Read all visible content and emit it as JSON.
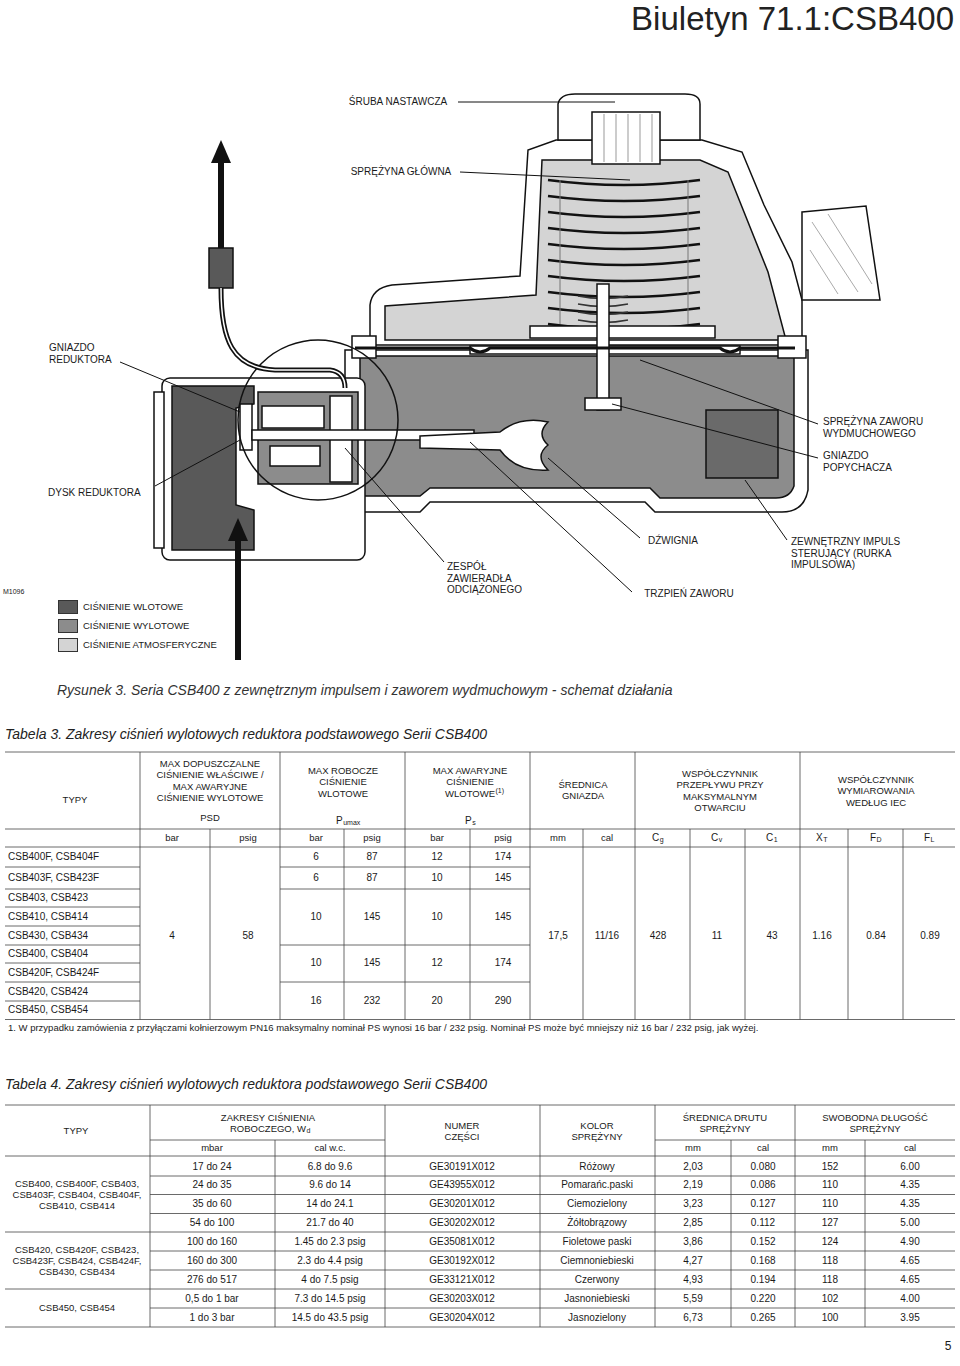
{
  "diagram": {
    "title": "Biuletyn 71.1:CSB400",
    "caption": "Rysunek 3. Seria CSB400 z zewnętrznym impulsem i zaworem wydmuchowym - schemat działania",
    "labels": [
      "ŚRUBA NASTAWCZA",
      "SPRĘŻYNA GŁÓWNA",
      "GNIAZDO REDUKTORA",
      "DYSK REDUKTORA",
      "SPRĘŻYNA ZAWORU WYDMUCHOWEGO",
      "GNIAZDO POPYCHACZA",
      "ZESPÓŁ ZAWIERADŁA ODCIĄŻONEGO",
      "DŹWIGNIA",
      "TRZPIEŃ ZAWORU",
      "ZEWNĘTRZNY IMPULS STERUJĄCY (RURKA IMPULSOWA)",
      "M1096",
      "Tabela 3. Zakresy ciśnień wylotowych reduktora podstawowego Serii CSB400",
      "TYPY",
      "MAX DOPUSZCZALNE CIŚNIENIE WŁAŚCIWE / MAX AWARYJNE CIŚNIENIE WYLOTOWE",
      "PSD",
      "MAX ROBOCZE CIŚNIENIE WLOTOWE",
      "P",
      "umax",
      "MAX AWARYJNE CIŚNIENIE WLOTOWE",
      "(1)",
      "P",
      "s",
      "ŚREDNICA GNIAZDA",
      "WSPÓŁCZYNNIK PRZEPŁYWU PRZY MAKSYMALNYM OTWARCIU",
      "WSPÓŁCZYNNIK WYMIAROWANIA WEDŁUG IEC",
      "bar",
      "psig",
      "bar",
      "psig",
      "bar",
      "psig",
      "mm",
      "cal",
      "C",
      "g",
      "C",
      "v",
      "C",
      "1",
      "X",
      "T",
      "F",
      "D",
      "F",
      "L",
      "CSB400F, CSB404F",
      "6",
      "87",
      "12",
      "174",
      "CSB403F, CSB423F",
      "6",
      "87",
      "10",
      "145",
      "CSB403, CSB423",
      "CSB410, CSB414",
      "10",
      "145",
      "10",
      "145",
      "CSB430, CSB434",
      "4",
      "58",
      "17,5",
      "11/16",
      "428",
      "11",
      "43",
      "1.16",
      "0.84",
      "0.89",
      "CSB400, CSB404",
      "10",
      "145",
      "12",
      "174",
      "CSB420F, CSB424F",
      "CSB420, CSB424",
      "16",
      "232",
      "20",
      "290",
      "CSB450, CSB454",
      "1. W przypadku zamówienia z przyłączami kołnierzowym PN16 maksymalny nominał PS wynosi 16 bar / 232 psig. Nominał PS może być mniejszy niż 16 bar / 232 psig, jak wyżej.",
      "Tabela 4. Zakresy ciśnień wylotowych reduktora podstawowego Serii CSB400",
      "TYPY",
      "ZAKRESY CIŚNIENIA ROBOCZEGO, W",
      "d",
      "mbar",
      "cal w.c.",
      "NUMER CZĘŚCI",
      "KOLOR SPRĘŻYNY",
      "ŚREDNICA DRUTU SPRĘŻYNY",
      "mm",
      "cal",
      "SWOBODNA DŁUGOŚĆ SPRĘŻYNY",
      "mm",
      "cal",
      "CSB400, CSB400F, CSB403, CSB403F, CSB404, CSB404F, CSB410, CSB414",
      "17 do 24",
      "6.8 do 9.6",
      "GE30191X012",
      "Różowy",
      "2,03",
      "0.080",
      "152",
      "6.00",
      "24 do 35",
      "9.6 do 14",
      "GE43955X012",
      "Pomarańc.paski",
      "2,19",
      "0.086",
      "110",
      "4.35",
      "35 do 60",
      "14 do 24.1",
      "GE30201X012",
      "Ciemozielony",
      "3,23",
      "0.127",
      "110",
      "4.35",
      "54 do 100",
      "21.7 do 40",
      "GE30202X012",
      "Żółtobrązowy",
      "2,85",
      "0.112",
      "127",
      "5.00",
      "CSB420, CSB420F, CSB423, CSB423F, CSB424, CSB424F, CSB430, CSB434",
      "100 do 160",
      "1.45 do 2.3 psig",
      "GE35081X012",
      "Fioletowe paski",
      "3,86",
      "0.152",
      "124",
      "4.90",
      "160 do 300",
      "2.3 do 4.4 psig",
      "GE30192X012",
      "Ciemnoniebieski",
      "4,27",
      "0.168",
      "118",
      "4.65",
      "276 do 517",
      "4 do 7.5 psig",
      "GE33121X012",
      "Czerwony",
      "4,93",
      "0.194",
      "118",
      "4.65",
      "CSB450, CSB454",
      "0,5 do 1 bar",
      "7.3 do 14.5 psig",
      "GE30203X012",
      "Jasnoniebieski",
      "5,59",
      "0.220",
      "102",
      "4.00",
      "1 do 3 bar",
      "14.5 do 43.5 psig",
      "GE30204X012",
      "Jasnozielony",
      "6,73",
      "0.265",
      "100",
      "3.95",
      "5"
    ],
    "legend": [
      {
        "text": "CIŚNIENIE WLOTOWE",
        "color": "#595959"
      },
      {
        "text": "CIŚNIENIE WYLOTOWE",
        "color": "#8c8c8c"
      },
      {
        "text": "CIŚNIENIE ATMOSFERYCZNE",
        "color": "#d4d4d4"
      }
    ]
  }
}
